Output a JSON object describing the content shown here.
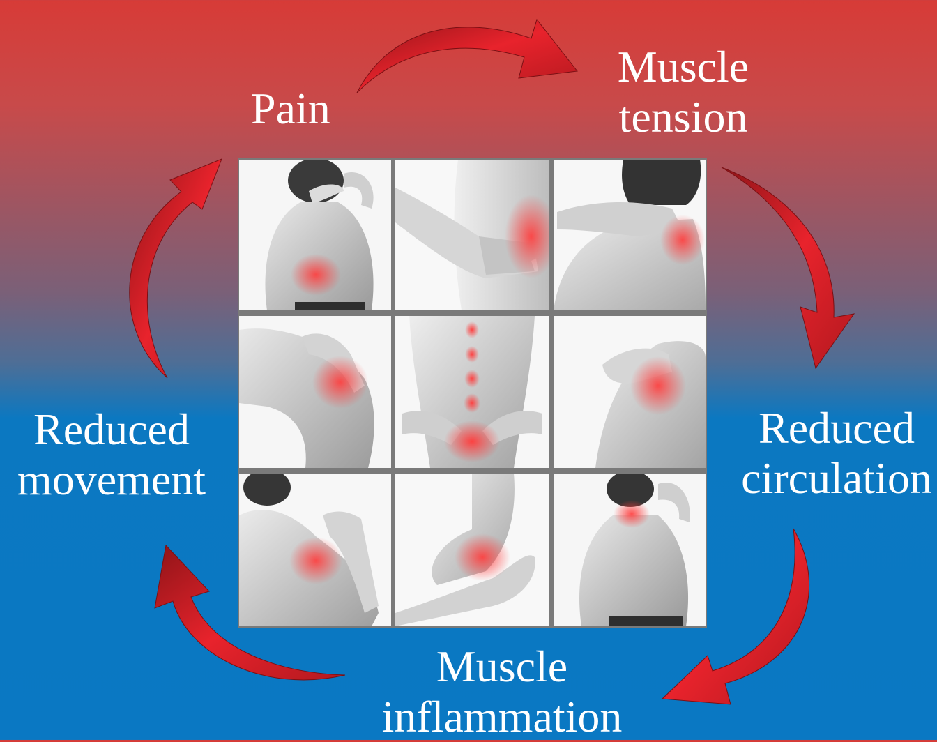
{
  "cycle": {
    "labels": {
      "pain": "Pain",
      "muscle_tension": [
        "Muscle",
        "tension"
      ],
      "reduced_circulation": [
        "Reduced",
        "circulation"
      ],
      "muscle_inflammation": [
        "Muscle",
        "inflammation"
      ],
      "reduced_movement": [
        "Reduced",
        "movement"
      ]
    },
    "arrow_color": "#d8202a",
    "pain_highlight_color": "#ff3b3b"
  },
  "photo_grid": {
    "tiles": [
      {
        "name": "photo-upper-back-lower-back-pain"
      },
      {
        "name": "photo-lower-back-side-pain"
      },
      {
        "name": "photo-neck-pain"
      },
      {
        "name": "photo-knee-pain"
      },
      {
        "name": "photo-spine-pain"
      },
      {
        "name": "photo-shoulder-pain"
      },
      {
        "name": "photo-shoulder-arm-pain"
      },
      {
        "name": "photo-elbow-pain"
      },
      {
        "name": "photo-neck-and-lower-back-pain"
      }
    ]
  }
}
